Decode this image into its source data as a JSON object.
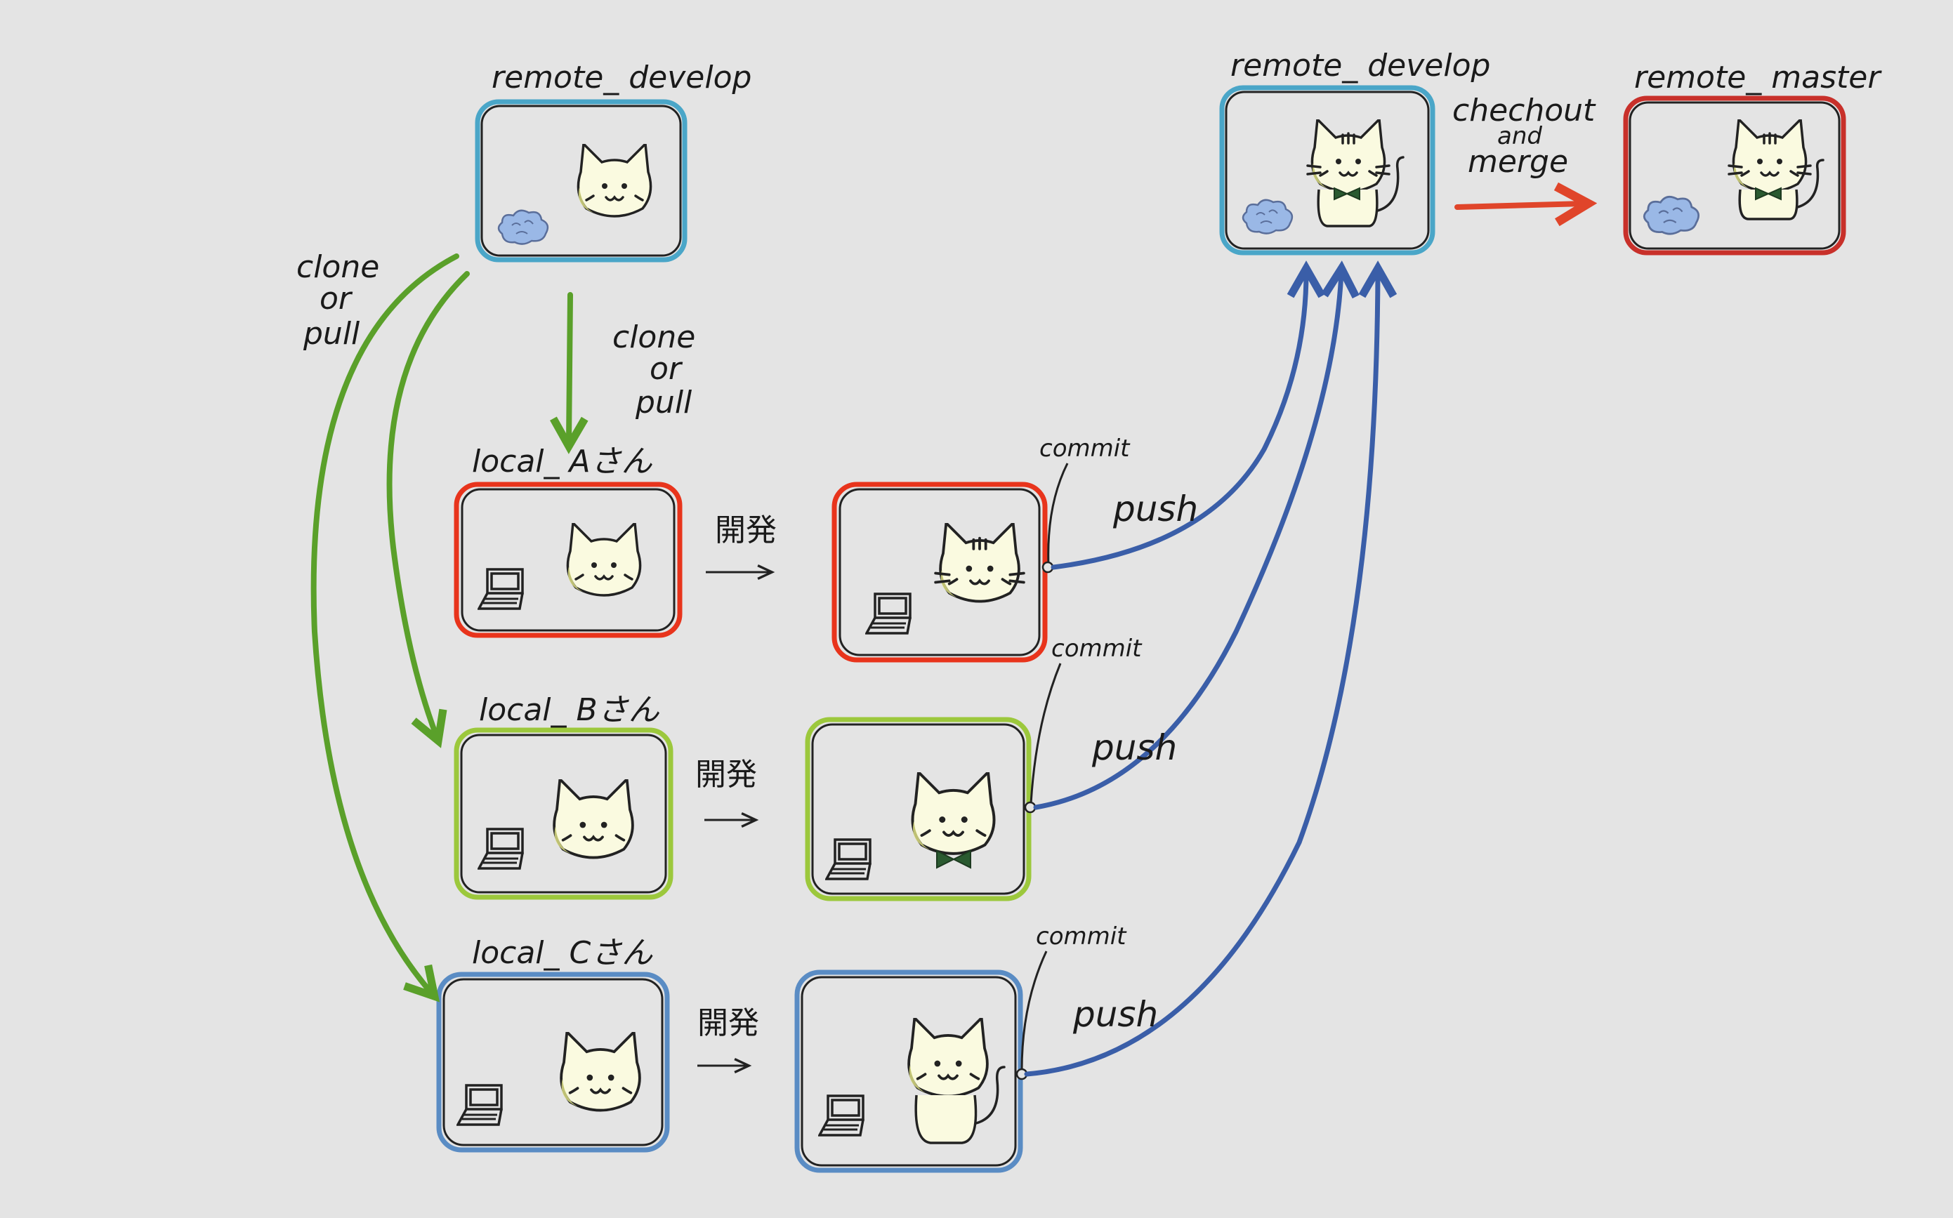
{
  "labels": {
    "remote_develop_top": "remote_ develop",
    "remote_develop_right": "remote_ develop",
    "remote_master": "remote_ master",
    "local_a": "local_ Aさん",
    "local_b": "local_ Bさん",
    "local_c": "local_ Cさん",
    "clone_or_pull_1": [
      "clone",
      "or",
      "pull"
    ],
    "clone_or_pull_2": [
      "clone",
      "or",
      "pull"
    ],
    "checkout_merge": [
      "chechout",
      "and",
      "merge"
    ],
    "develop": "開発",
    "commit": "commit",
    "push": "push"
  },
  "colors": {
    "remote": "#4aa6c8",
    "local_a": "#e8341c",
    "local_b": "#9cc83c",
    "local_c": "#5a8cc4",
    "master": "#c8302a",
    "arrow_green": "#5aa02a",
    "arrow_blue": "#3a5ea8",
    "arrow_red": "#e0452a"
  },
  "icons": [
    "cat-icon",
    "striped-cat-icon",
    "laptop-icon",
    "cloud-icon",
    "bow-tie-icon",
    "tail-icon"
  ]
}
